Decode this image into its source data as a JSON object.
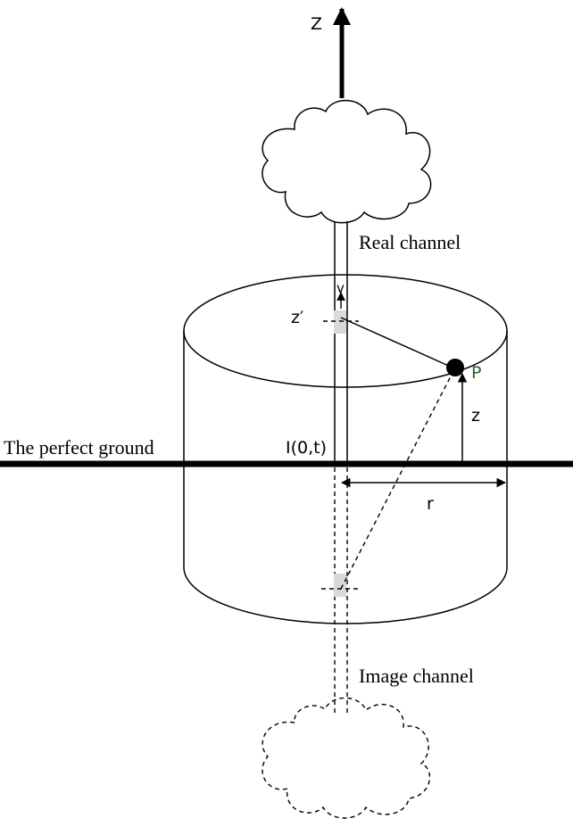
{
  "labels": {
    "z_axis": "Z",
    "real_channel": "Real channel",
    "image_channel": "Image channel",
    "ground": "The perfect ground",
    "current": "I(0,t)",
    "z_prime": "z′",
    "velocity": "v",
    "point": "P",
    "height": "z",
    "radius": "r"
  },
  "colors": {
    "stroke": "#000000",
    "marker_fill": "#d9d9d9",
    "point_label": "#2a5c2a"
  }
}
